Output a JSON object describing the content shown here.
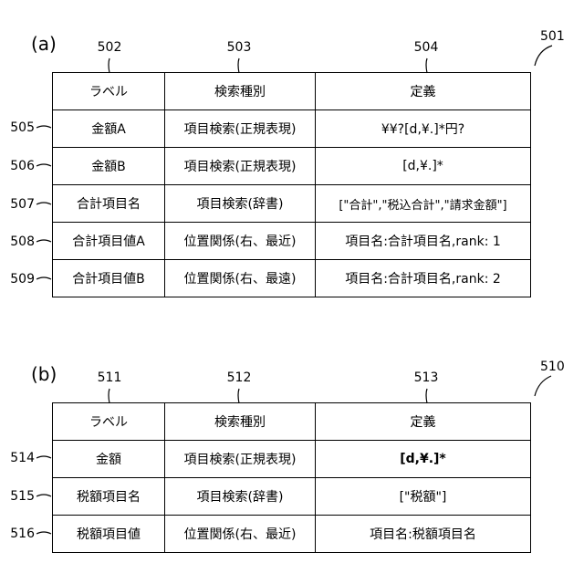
{
  "panel_a": {
    "label": "(a)",
    "table_ref": "501",
    "col_refs": [
      "502",
      "503",
      "504"
    ],
    "header": [
      "ラベル",
      "検索種別",
      "定義"
    ],
    "rows": [
      {
        "ref": "505",
        "cells": [
          "金額A",
          "項目検索(正規表現)",
          "¥¥?[d,¥.]*円?"
        ]
      },
      {
        "ref": "506",
        "cells": [
          "金額B",
          "項目検索(正規表現)",
          "[d,¥.]*"
        ]
      },
      {
        "ref": "507",
        "cells": [
          "合計項目名",
          "項目検索(辞書)",
          "[\"合計\",\"税込合計\",\"請求金額\"]"
        ]
      },
      {
        "ref": "508",
        "cells": [
          "合計項目値A",
          "位置関係(右、最近)",
          "項目名:合計項目名,rank: 1"
        ]
      },
      {
        "ref": "509",
        "cells": [
          "合計項目値B",
          "位置関係(右、最遠)",
          "項目名:合計項目名,rank: 2"
        ]
      }
    ]
  },
  "panel_b": {
    "label": "(b)",
    "table_ref": "510",
    "col_refs": [
      "511",
      "512",
      "513"
    ],
    "header": [
      "ラベル",
      "検索種別",
      "定義"
    ],
    "rows": [
      {
        "ref": "514",
        "cells": [
          "金額",
          "項目検索(正規表現)",
          "[d,¥.]*"
        ]
      },
      {
        "ref": "515",
        "cells": [
          "税額項目名",
          "項目検索(辞書)",
          "[\"税額\"]"
        ]
      },
      {
        "ref": "516",
        "cells": [
          "税額項目値",
          "位置関係(右、最近)",
          "項目名:税額項目名"
        ]
      }
    ]
  }
}
